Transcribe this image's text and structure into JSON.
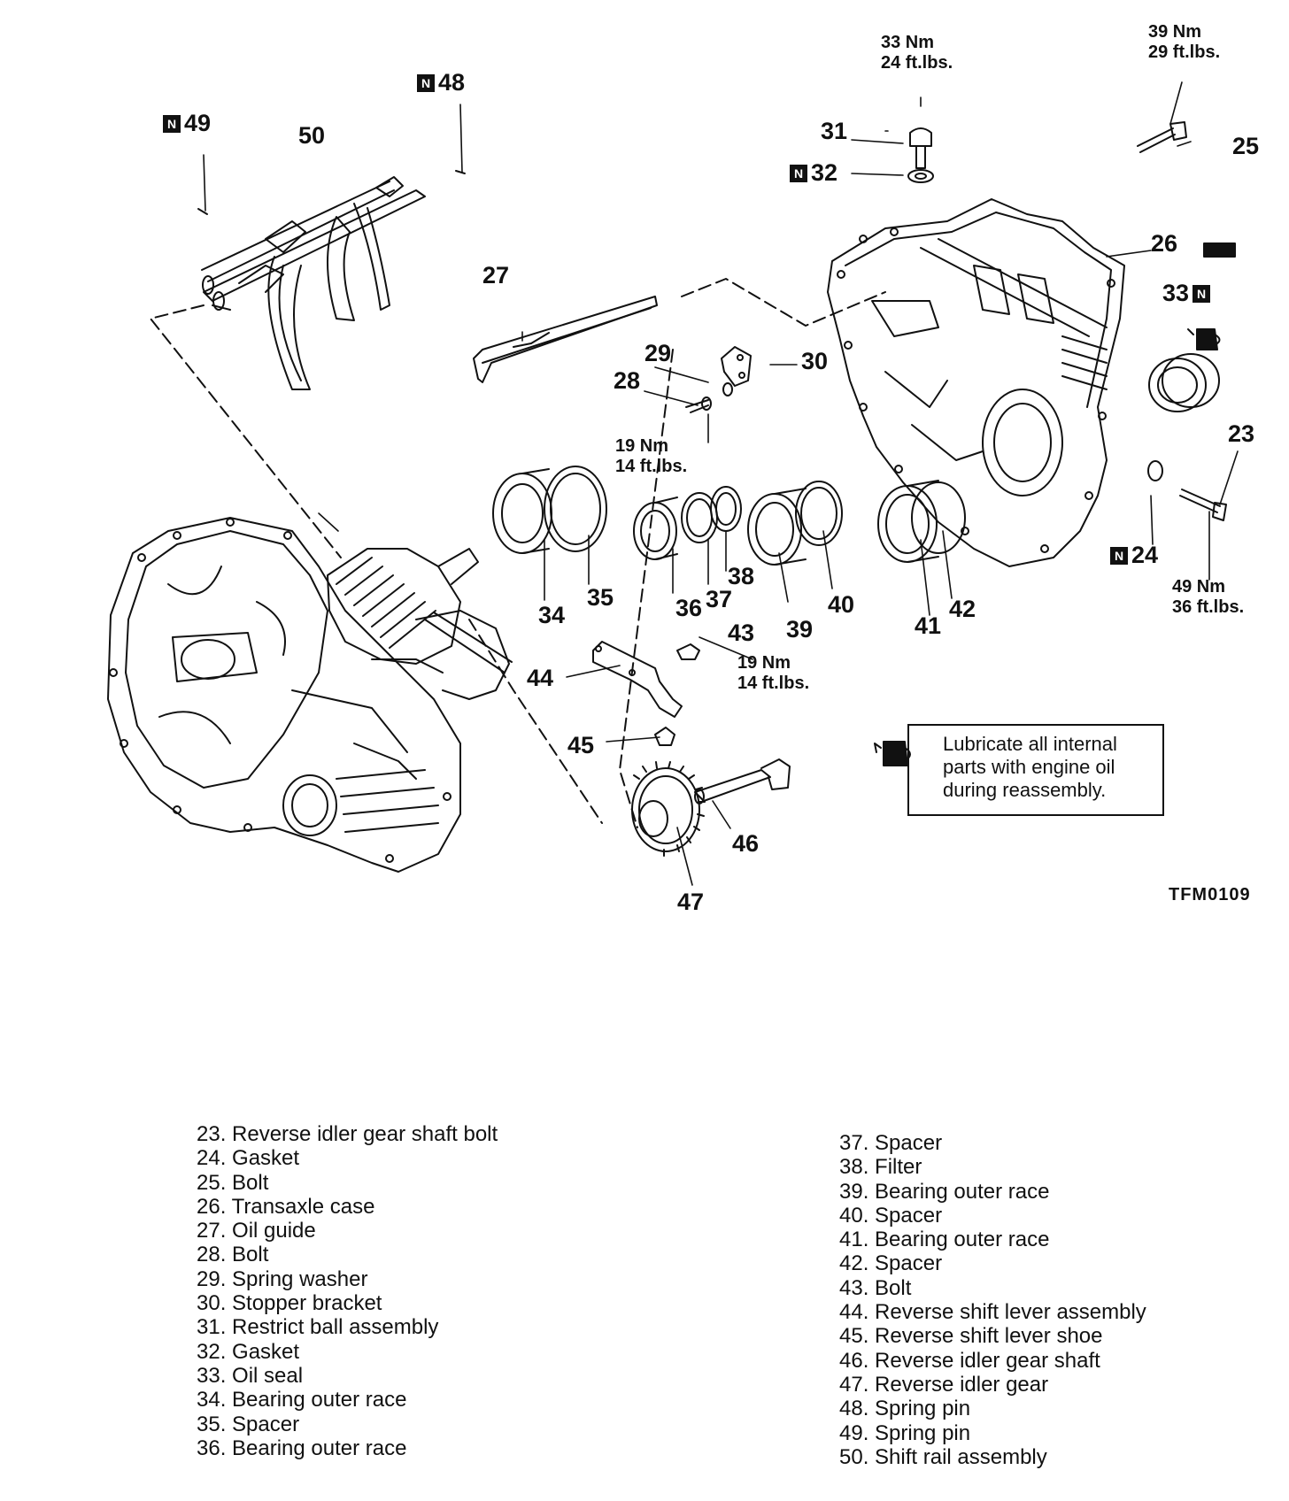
{
  "callouts": {
    "c23": "23",
    "c24": "24",
    "c25": "25",
    "c26": "26",
    "c27": "27",
    "c28": "28",
    "c29": "29",
    "c30": "30",
    "c31": "31",
    "c32": "32",
    "c33": "33",
    "c34": "34",
    "c35": "35",
    "c36": "36",
    "c37": "37",
    "c38": "38",
    "c39": "39",
    "c40": "40",
    "c41": "41",
    "c42": "42",
    "c43": "43",
    "c44": "44",
    "c45": "45",
    "c46": "46",
    "c47": "47",
    "c48": "48",
    "c49": "49",
    "c50": "50"
  },
  "new_part_mark": "N",
  "torque": {
    "t31_nm": "33 Nm",
    "t31_ft": "24 ft.lbs.",
    "t25_nm": "39 Nm",
    "t25_ft": "29 ft.lbs.",
    "t28_nm": "19 Nm",
    "t28_ft": "14 ft.lbs.",
    "t43_nm": "19 Nm",
    "t43_ft": "14 ft.lbs.",
    "t23_nm": "49 Nm",
    "t23_ft": "36 ft.lbs."
  },
  "note": {
    "line1": "Lubricate all internal",
    "line2": "parts with engine oil",
    "line3": "during reassembly.",
    "icon": "oil-can-icon"
  },
  "figure_code": "TFM0109",
  "legend_left": [
    "23. Reverse idler gear shaft bolt",
    "24. Gasket",
    "25. Bolt",
    "26. Transaxle case",
    "27. Oil guide",
    "28. Bolt",
    "29. Spring washer",
    "30. Stopper bracket",
    "31. Restrict ball assembly",
    "32. Gasket",
    "33. Oil seal",
    "34. Bearing outer race",
    "35. Spacer",
    "36. Bearing outer race"
  ],
  "legend_right": [
    "37. Spacer",
    "38. Filter",
    "39. Bearing outer race",
    "40. Spacer",
    "41. Bearing outer race",
    "42. Spacer",
    "43. Bolt",
    "44. Reverse shift lever assembly",
    "45. Reverse shift lever shoe",
    "46. Reverse idler gear shaft",
    "47. Reverse idler gear",
    "48. Spring pin",
    "49. Spring pin",
    "50. Shift rail assembly"
  ]
}
